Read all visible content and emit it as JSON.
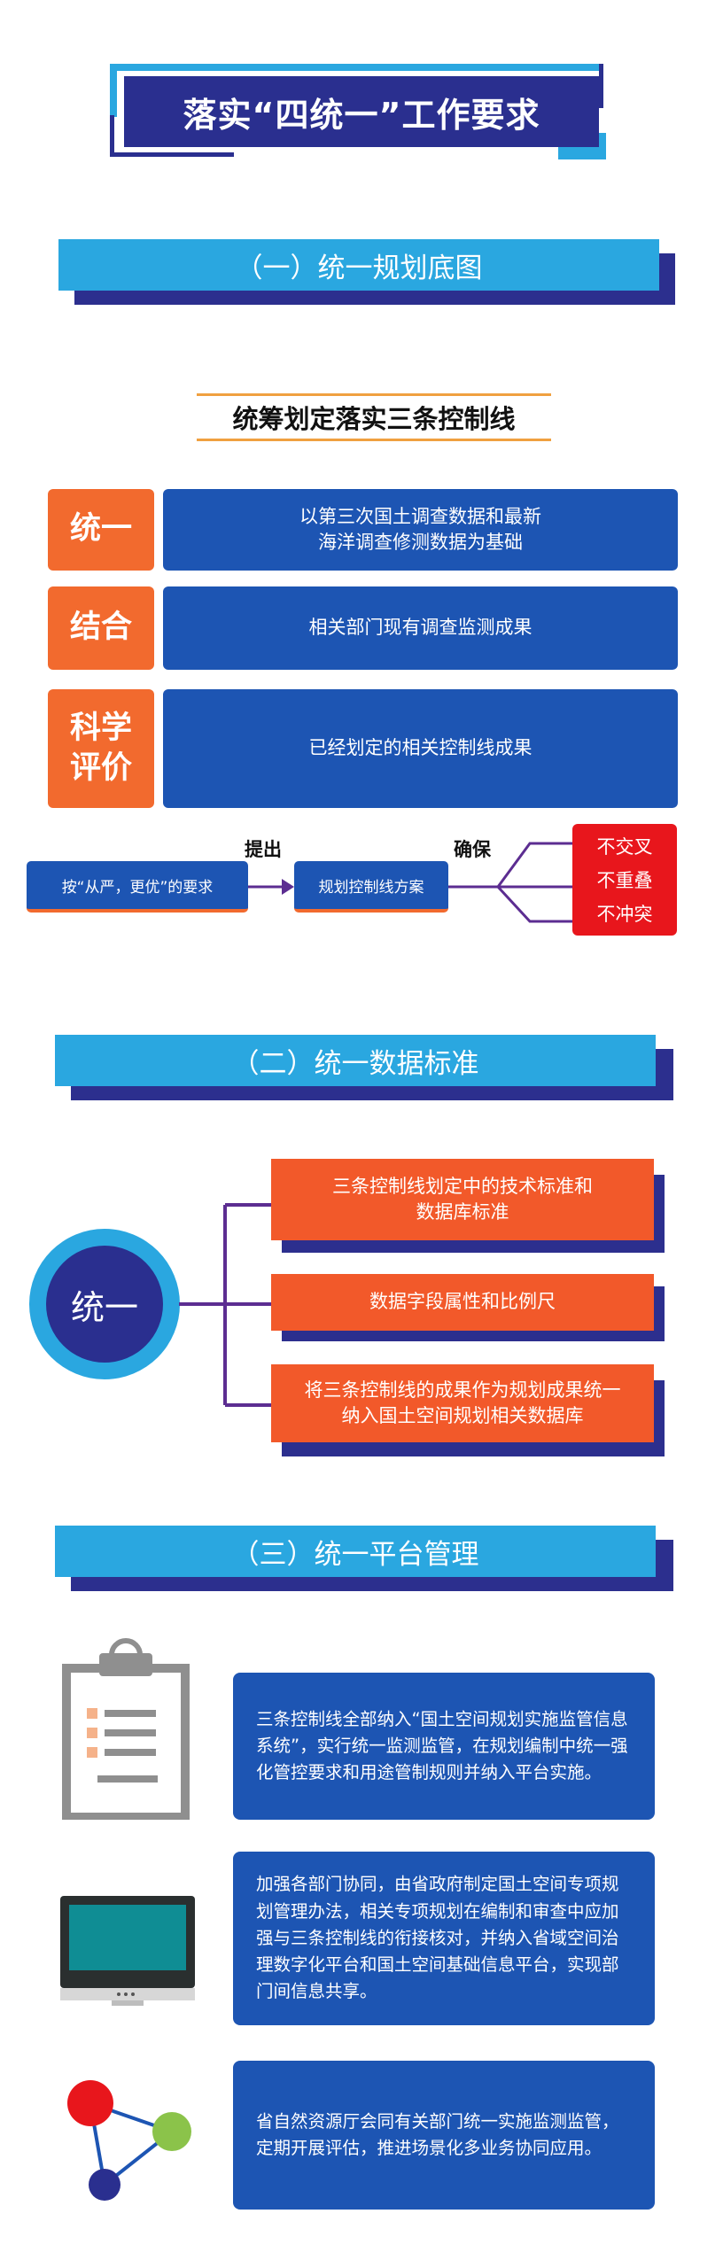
{
  "title": "落实“四统一”工作要求",
  "colors": {
    "navy": "#2a2f8f",
    "sky": "#2aa7e0",
    "blue": "#1d55b3",
    "orange": "#f26a2e",
    "red": "#e8161c",
    "purple": "#5c2d91"
  },
  "section1": {
    "heading": "（一）统一规划底图",
    "subtitle": "统筹划定落实三条控制线",
    "rows": [
      {
        "tag": "统一",
        "text": "以第三次国土调查数据和最新海洋调查修测数据为基础"
      },
      {
        "tag": "结合",
        "text": "相关部门现有调查监测成果"
      },
      {
        "tag": "科学评价",
        "text": "已经划定的相关控制线成果"
      }
    ],
    "flow": {
      "start": "按“从严，更优”的要求",
      "label1": "提出",
      "middle": "规划控制线方案",
      "label2": "确保",
      "results": [
        "不交叉",
        "不重叠",
        "不冲突"
      ]
    }
  },
  "section2": {
    "heading": "（二）统一数据标准",
    "hub": "统一",
    "items": [
      "三条控制线划定中的技术标准和数据库标准",
      "数据字段属性和比例尺",
      "将三条控制线的成果作为规划成果统一纳入国土空间规划相关数据库"
    ]
  },
  "section3": {
    "heading": "（三）统一平台管理",
    "items": [
      {
        "icon": "clipboard-icon",
        "text": "三条控制线全部纳入“国土空间规划实施监管信息系统”，实行统一监测监管，在规划编制中统一强化管控要求和用途管制规则并纳入平台实施。"
      },
      {
        "icon": "monitor-icon",
        "text": "加强各部门协同，由省政府制定国土空间专项规划管理办法，相关专项规划在编制和审查中应加强与三条控制线的衔接核对，并纳入省域空间治理数字化平台和国土空间基础信息平台，实现部门间信息共享。"
      },
      {
        "icon": "network-icon",
        "text": "省自然资源厅会同有关部门统一实施监测监管，定期开展评估，推进场景化多业务协同应用。"
      }
    ]
  }
}
